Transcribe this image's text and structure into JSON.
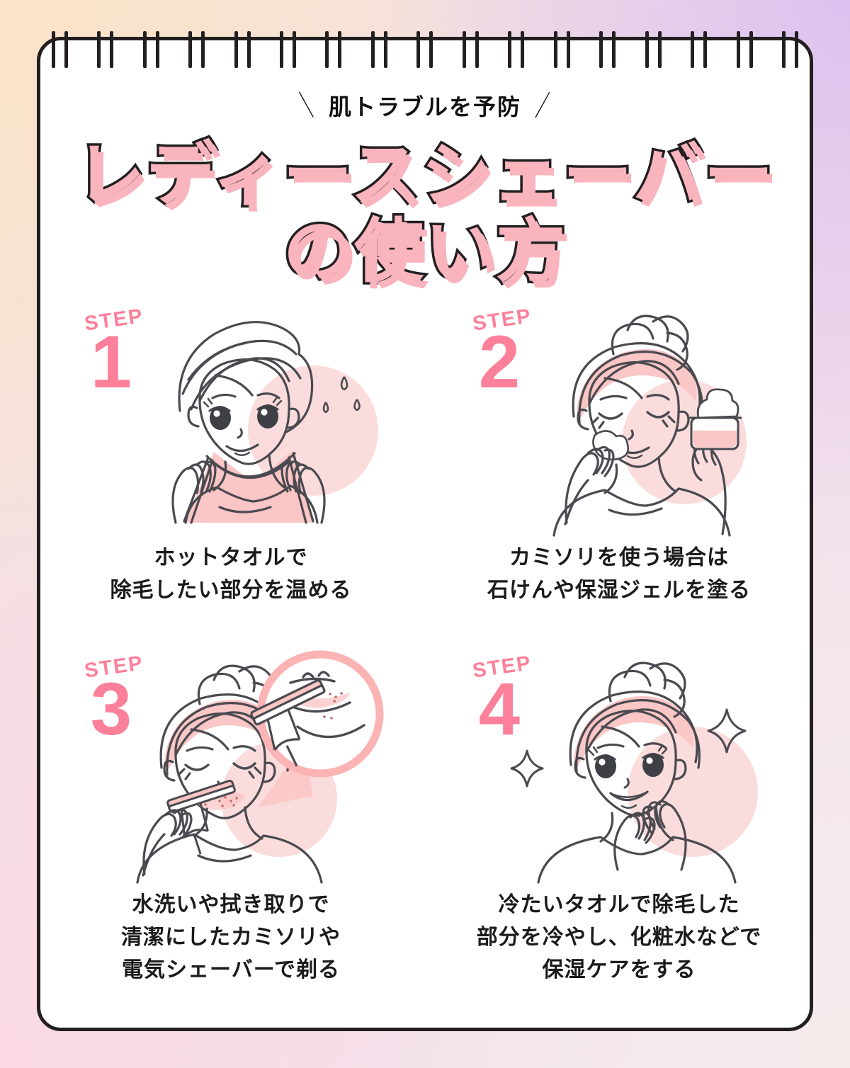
{
  "header": {
    "kicker": "肌トラブルを予防",
    "slash_left": "＼",
    "slash_right": "／",
    "title_line1": "レディースシェーバー",
    "title_line2": "の使い方"
  },
  "theme": {
    "accent_pink": "#fc8099",
    "soft_pink": "#f9b4be",
    "blob_pink": "#fbdcdc",
    "line_color": "#4a4a50",
    "ink": "#231f20",
    "sheet_bg": "#ffffff",
    "bg_top_left": "#fae3c8",
    "bg_top_right": "#dbc2ef",
    "bg_bottom_left": "#fbd9e4",
    "bg_bottom_right": "#f6eceb"
  },
  "binding": {
    "pair_count": 17,
    "label": "spiral-binding"
  },
  "steps": [
    {
      "word": "STEP",
      "number": "1",
      "icon": "woman-hot-towel-icon",
      "caption": [
        "ホットタオルで",
        "除毛したい部分を温める"
      ]
    },
    {
      "word": "STEP",
      "number": "2",
      "icon": "woman-applying-gel-icon",
      "caption": [
        "カミソリを使う場合は",
        "石けんや保湿ジェルを塗る"
      ]
    },
    {
      "word": "STEP",
      "number": "3",
      "icon": "woman-shaving-razor-icon",
      "caption": [
        "水洗いや拭き取りで",
        "清潔にしたカミソリや",
        "電気シェーバーで剃る"
      ]
    },
    {
      "word": "STEP",
      "number": "4",
      "icon": "woman-moisturizing-icon",
      "caption": [
        "冷たいタオルで除毛した",
        "部分を冷やし、化粧水などで",
        "保湿ケアをする"
      ]
    }
  ]
}
